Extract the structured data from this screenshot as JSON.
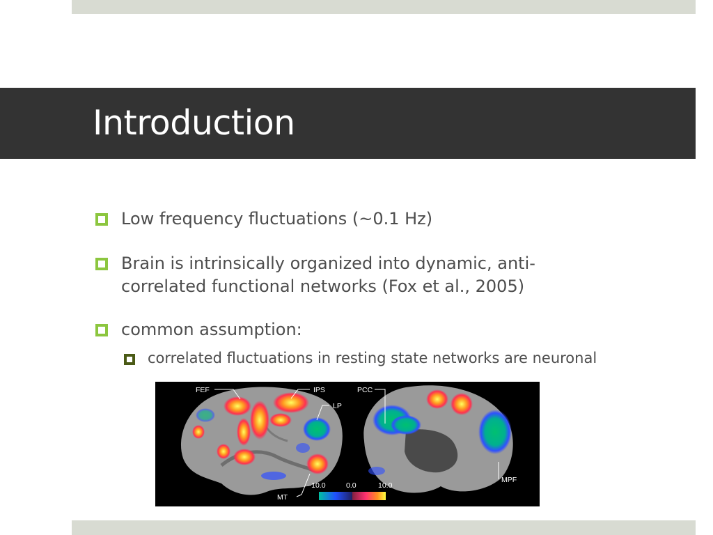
{
  "slide": {
    "title": "Introduction",
    "bullets": [
      {
        "text": "Low frequency fluctuations (~0.1 Hz)"
      },
      {
        "text": "Brain is intrinsically organized into dynamic, anti-"
      },
      {
        "text": "correlated functional networks (Fox et al., 2005)"
      },
      {
        "text": "common assumption:"
      }
    ],
    "sub_bullets": [
      {
        "text": "correlated fluctuations in resting state networks are neuronal"
      }
    ]
  },
  "figure": {
    "labels": {
      "fef": "FEF",
      "ips": "IPS",
      "lp": "LP",
      "pcc": "PCC",
      "mt": "MT",
      "mpf": "MPF"
    },
    "colorbar": {
      "min": "−10.0",
      "mid": "0.0",
      "max": "10.0"
    }
  },
  "colors": {
    "accent": "#8cc63f",
    "sub_accent": "#4a5a15",
    "title_band": "#333333",
    "bars": "#d8dbd2",
    "text": "#4d4d4d"
  }
}
